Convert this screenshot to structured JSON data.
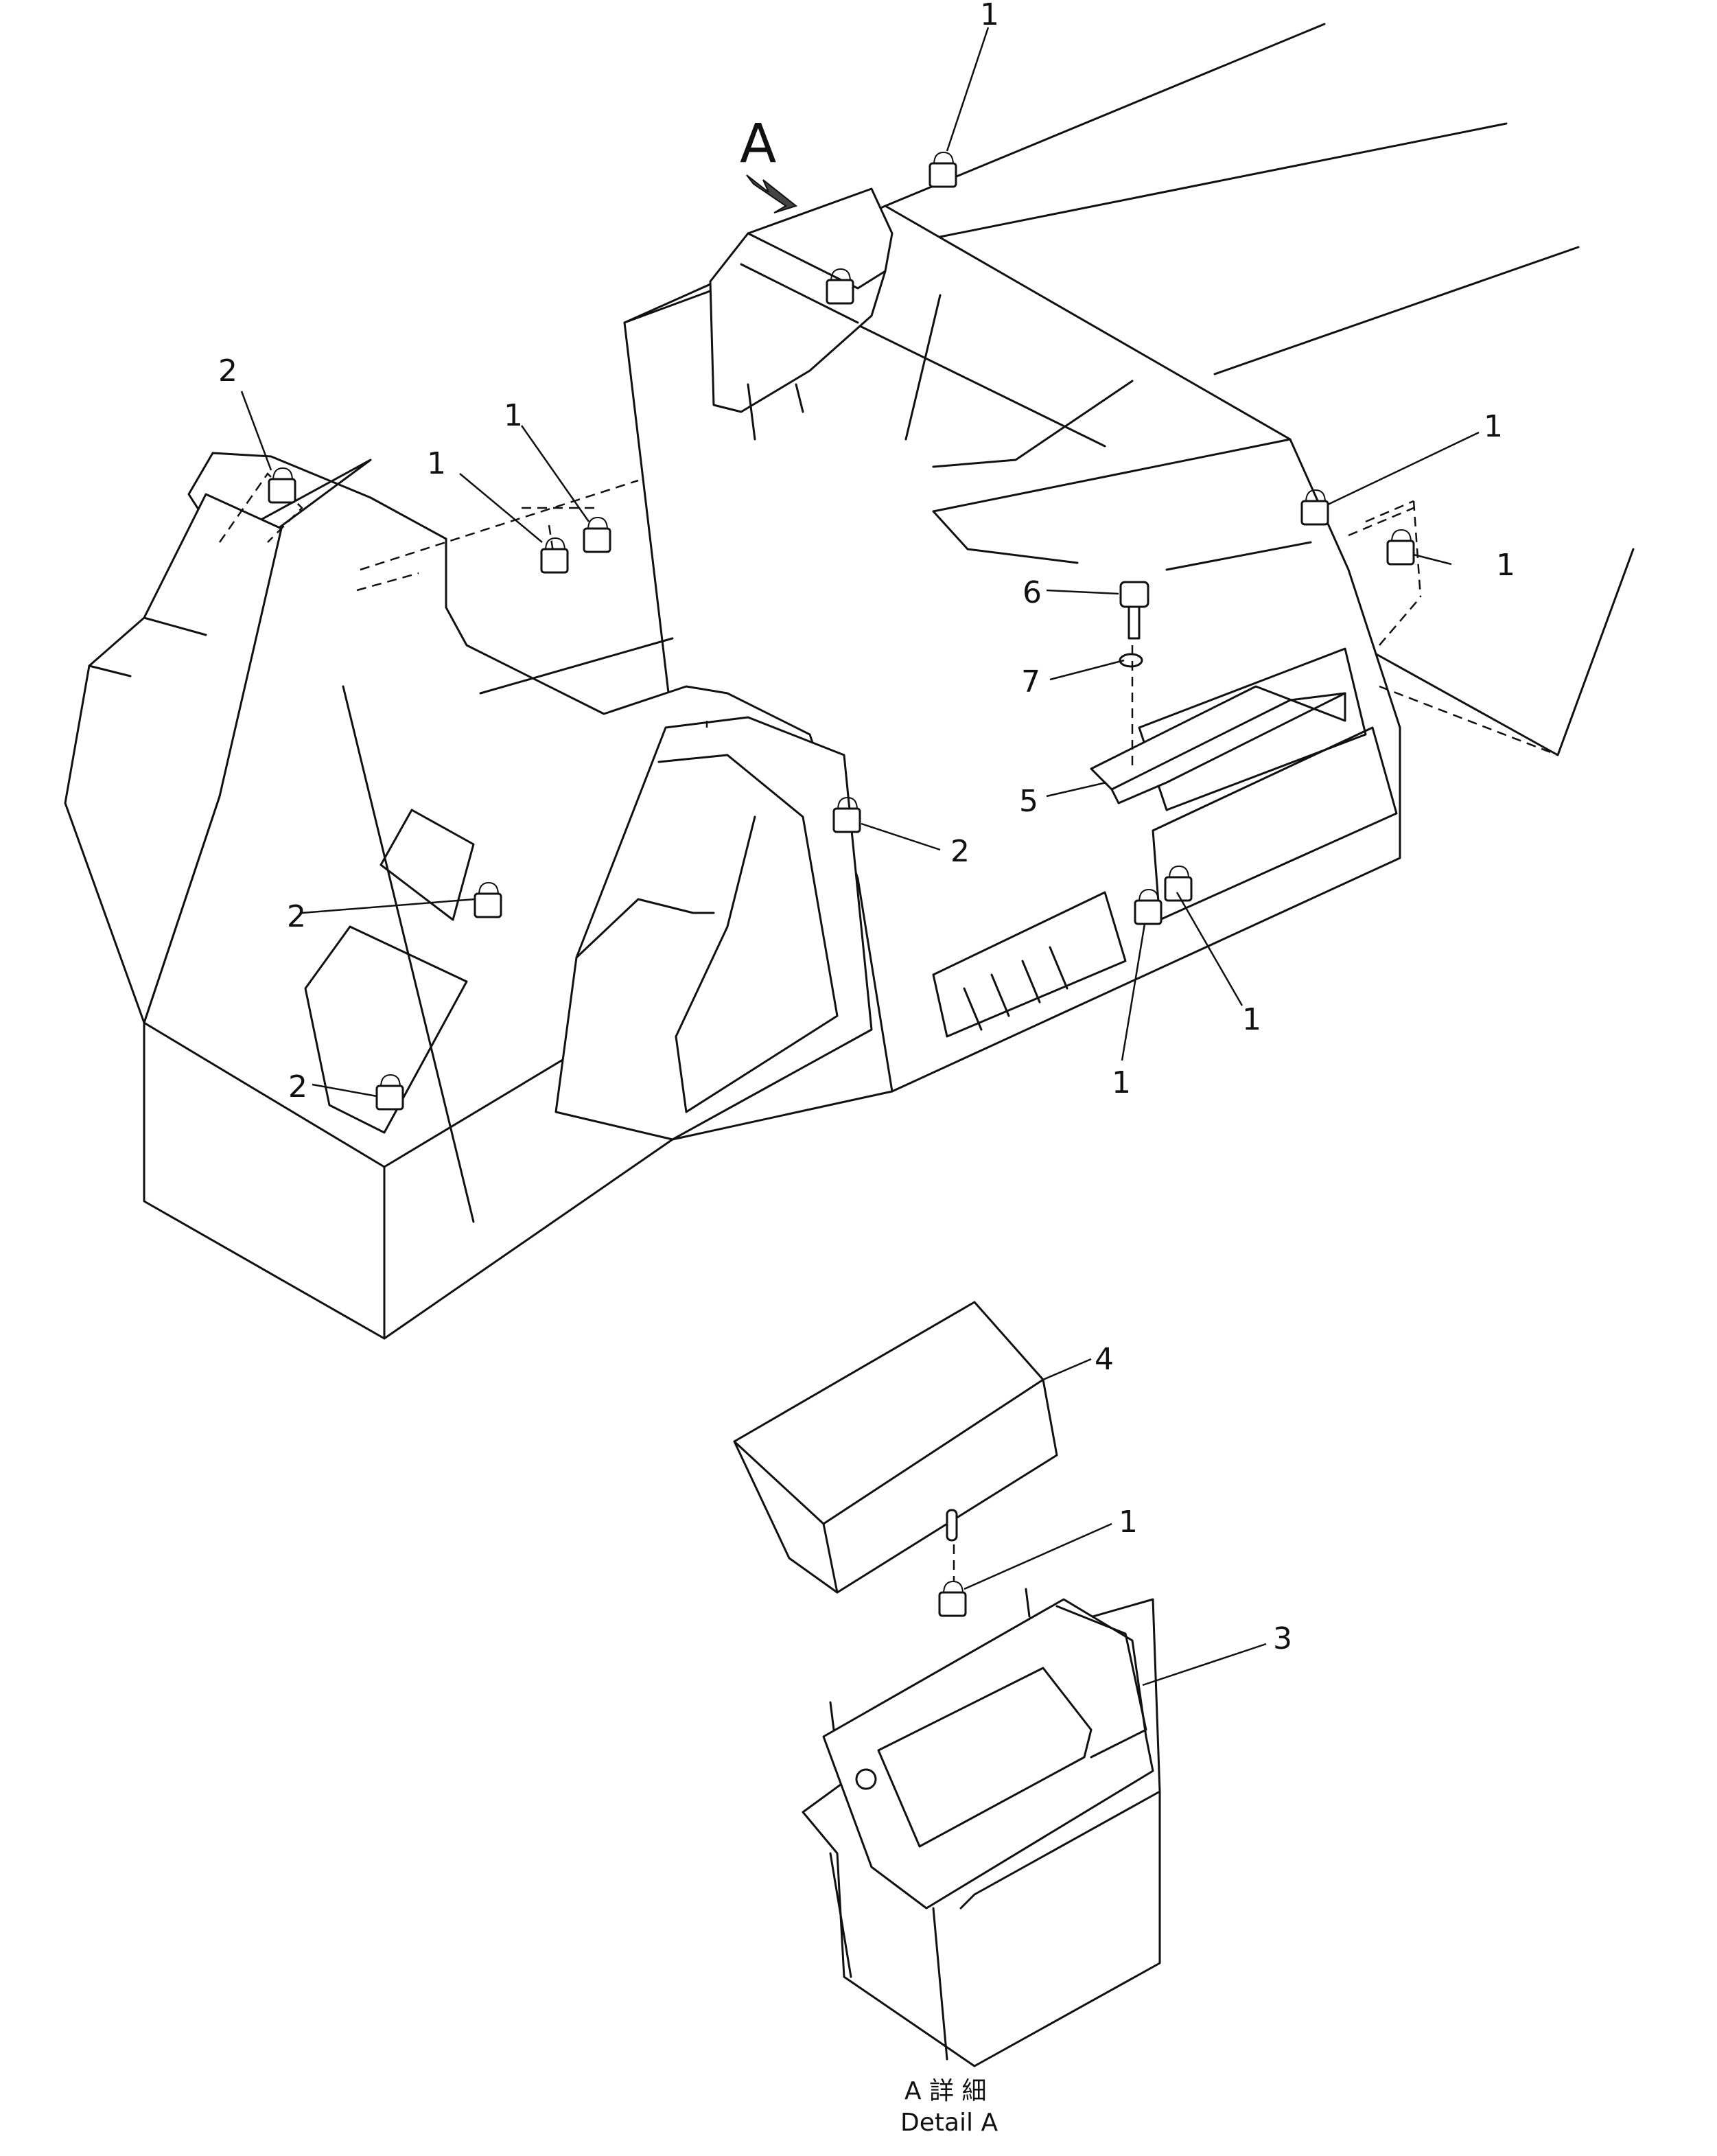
{
  "view_marker": {
    "letter": "A"
  },
  "callouts": {
    "c1_top": "1",
    "c2_left_top": "2",
    "c1_left_a": "1",
    "c1_left_b": "1",
    "c1_right_top": "1",
    "c1_right_side": "1",
    "c6": "6",
    "c7": "7",
    "c5": "5",
    "c2_mid_right": "2",
    "c2_mid_left": "2",
    "c2_bottom_left": "2",
    "c1_front_right": "1",
    "c1_front_left": "1",
    "c4": "4",
    "c1_detail": "1",
    "c3": "3"
  },
  "detail_caption": {
    "line1": "A 詳 細",
    "line2": "Detail A"
  }
}
